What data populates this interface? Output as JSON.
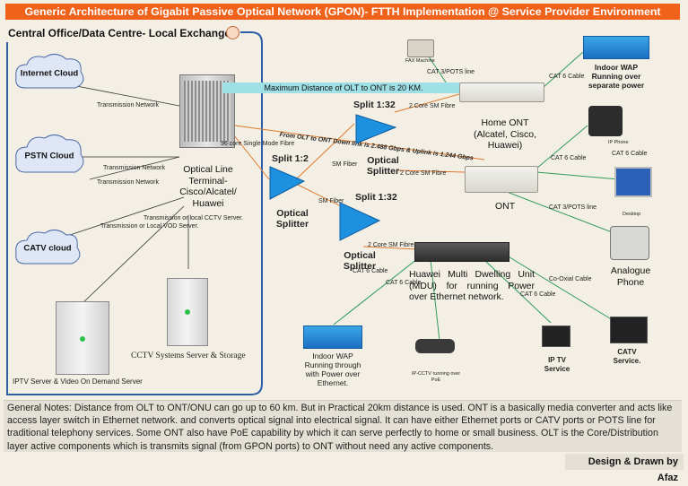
{
  "title": "Generic Architecture of Gigabit Passive Optical Network (GPON)- FTTH Implementation @ Service Provider Environment",
  "central_office": "Central Office/Data Centre- Local Exchange",
  "clouds": {
    "internet": "Internet Cloud",
    "pstn": "PSTN Cloud",
    "catv": "CATV cloud"
  },
  "links": {
    "transmission_network_1": "Transmission Network",
    "transmission_network_2": "Transmission Network",
    "transmission_network_3": "Transmission Network",
    "cctv_server": "Transmission or local CCTV Server.",
    "vod_server": "Transmission or Local VOD Server.",
    "fibre_96": "96 core Single Mode Fibre",
    "max_distance": "Maximum Distance of OLT to ONT is 20 KM.",
    "down_up": "From OLT to ONT Down link is 2.488 Gbps & Uplink is 1.244 Gbps",
    "sm_fiber_1": "SM Fiber",
    "sm_fiber_2": "SM Fiber",
    "core_sm_1": "2 Core SM Fibre",
    "core_sm_2": "2 Core SM Fibre",
    "core_sm_3": "2 Core SM Fibre",
    "cat3_pots_1": "CAT 3/POTS line",
    "cat3_pots_2": "CAT 3/POTS line",
    "cat6_wap_top": "CAT 6 Cable",
    "cat6_phone": "CAT 6 Cable",
    "cat6_desktop": "CAT 6 Cable",
    "cat6_mdu_wap": "CAT 6 Cable",
    "cat6_mdu_cam": "CAT 6 Cable",
    "cat6_mdu_tv": "CAT 6 Cable",
    "coax": "Co-Oxial Cable"
  },
  "olt": "Optical Line Terminal- Cisco/Alcatel/ Huawei",
  "splitters": {
    "split_1_2": "Split 1:2",
    "split_1_32_top": "Split 1:32",
    "split_1_32_bottom": "Split 1:32",
    "optical_splitter_1": "Optical Splitter",
    "optical_splitter_2": "Optical Splitter",
    "optical_splitter_3": "Optical Splitter"
  },
  "devices": {
    "fax": "FAX Machine",
    "home_ont": "Home ONT (Alcatel, Cisco, Huawei)",
    "ont": "ONT",
    "indoor_wap_top": "Indoor WAP Running over separate power",
    "ip_phone": "IP Phone",
    "desktop": "Desktop",
    "analogue_phone": "Analogue Phone",
    "mdu": "Huawei Multi Dwelling Unit (MDU) for running Power over Ethernet network.",
    "indoor_wap_bottom": "Indoor WAP Running through with Power over Ethernet.",
    "ip_cctv": "IP-CCTV running over PoE",
    "ip_tv": "IP TV Service",
    "catv_service": "CATV Service.",
    "cctv_server": "CCTV Systems Server & Storage",
    "iptv_server": "IPTV Server & Video On Demand Server"
  },
  "general_notes": "General Notes: Distance from OLT to ONT/ONU can go up to 60 km. But in Practical 20km distance is used. ONT is a basically media converter and acts like access layer switch in Ethernet network. and converts optical signal into electrical signal. It can have either Ethernet ports or CATV ports or POTS line for traditional telephony services. Some ONT also have PoE capability by which it can serve perfectly to home or small business. OLT is the Core/Distribution layer active components which is transmits signal (from GPON ports) to ONT without need any active components.",
  "credit": "Design & Drawn by Afaz",
  "colors": {
    "title_bg": "#f0611a",
    "co_border": "#2a5fa8",
    "fibre": "#e0782c",
    "cat_cable": "#2f9a5a",
    "splitter": "#1e90e0"
  }
}
